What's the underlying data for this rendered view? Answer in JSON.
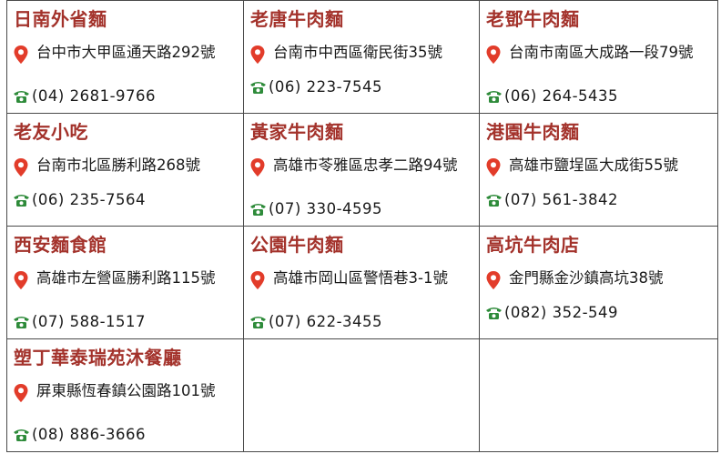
{
  "restaurants": [
    {
      "name": "日南外省麵",
      "address": "台中市大甲區通天路292號",
      "phone": "(04) 2681-9766"
    },
    {
      "name": "老唐牛肉麵",
      "address": "台南市中西區衛民街35號",
      "phone": "(06) 223-7545"
    },
    {
      "name": "老鄧牛肉麵",
      "address": "台南市南區大成路一段79號",
      "phone": "(06) 264-5435"
    },
    {
      "name": "老友小吃",
      "address": "台南市北區勝利路268號",
      "phone": "(06) 235-7564"
    },
    {
      "name": "黃家牛肉麵",
      "address": "高雄市苓雅區忠孝二路94號",
      "phone": "(07) 330-4595"
    },
    {
      "name": "港園牛肉麵",
      "address": "高雄市鹽埕區大成街55號",
      "phone": "(07) 561-3842"
    },
    {
      "name": "西安麵食館",
      "address": "高雄市左營區勝利路115號",
      "phone": "(07) 588-1517"
    },
    {
      "name": "公園牛肉麵",
      "address": "高雄市岡山區警悟巷3-1號",
      "phone": "(07) 622-3455"
    },
    {
      "name": "高坑牛肉店",
      "address": "金門縣金沙鎮高坑38號",
      "phone": "(082) 352-549"
    },
    {
      "name": "塑丁華泰瑞苑沐餐廳",
      "address": "屏東縣恆春鎮公園路101號",
      "phone": "(08) 886-3666"
    }
  ],
  "colors": {
    "name": "#a3322b",
    "pin": "#e23c2a",
    "phone_icon": "#2e8b3a",
    "border": "#4a4a4a"
  },
  "icons": {
    "location": "map-pin-icon",
    "phone": "telephone-icon"
  }
}
